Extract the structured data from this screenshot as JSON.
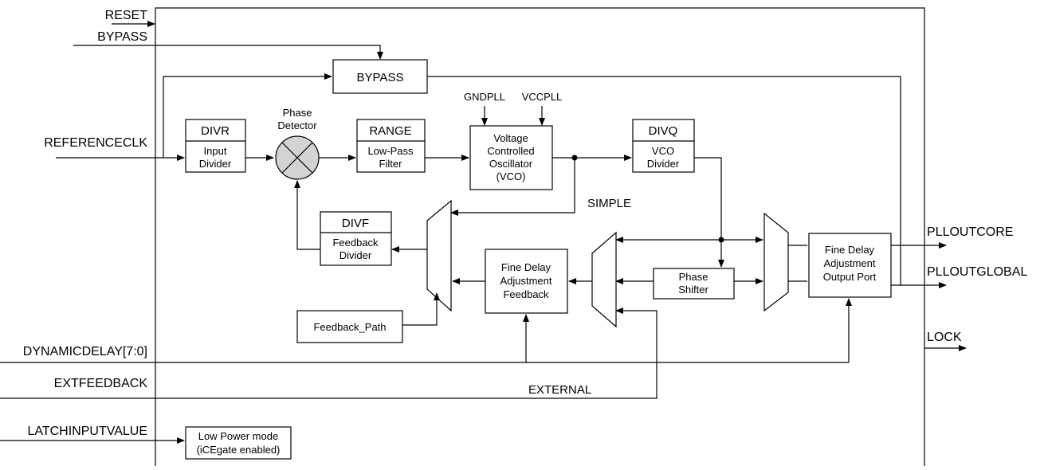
{
  "inputs": {
    "reset": "RESET",
    "bypass": "BYPASS",
    "referenceclk": "REFERENCECLK",
    "dynamicdelay": "DYNAMICDELAY[7:0]",
    "extfeedback": "EXTFEEDBACK",
    "latchinputvalue": "LATCHINPUTVALUE"
  },
  "outputs": {
    "plloutcore": "PLLOUTCORE",
    "plloutglobal": "PLLOUTGLOBAL",
    "lock": "LOCK"
  },
  "blocks": {
    "bypass": "BYPASS",
    "divr_title": "DIVR",
    "divr_sub1": "Input",
    "divr_sub2": "Divider",
    "phase_detector1": "Phase",
    "phase_detector2": "Detector",
    "range_title": "RANGE",
    "range_sub1": "Low-Pass",
    "range_sub2": "Filter",
    "vco1": "Voltage",
    "vco2": "Controlled",
    "vco3": "Oscillator",
    "vco4": "(VCO)",
    "gndpll": "GNDPLL",
    "vccpll": "VCCPLL",
    "divq_title": "DIVQ",
    "divq_sub1": "VCO",
    "divq_sub2": "Divider",
    "divf_title": "DIVF",
    "divf_sub1": "Feedback",
    "divf_sub2": "Divider",
    "fdaf1": "Fine Delay",
    "fdaf2": "Adjustment",
    "fdaf3": "Feedback",
    "phase_shifter1": "Phase",
    "phase_shifter2": "Shifter",
    "fdao1": "Fine Delay",
    "fdao2": "Adjustment",
    "fdao3": "Output Port",
    "feedback_path": "Feedback_Path",
    "low_power1": "Low Power mode",
    "low_power2": "(iCEgate enabled)"
  },
  "labels": {
    "simple": "SIMPLE",
    "external": "EXTERNAL"
  }
}
